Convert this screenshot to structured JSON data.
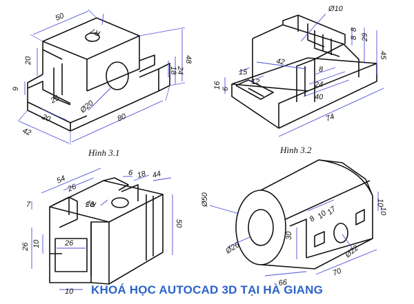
{
  "captions": {
    "fig1": "Hình 3.1",
    "fig2": "Hình 3.2"
  },
  "banner": "KHOÁ HỌC AUTOCAD 3D TẠI HÀ GIANG",
  "figures": {
    "fig1": {
      "dims": [
        "50",
        "R7",
        "48",
        "24",
        "18",
        "20",
        "9",
        "25",
        "20",
        "42",
        "80",
        "Ø20"
      ]
    },
    "fig2": {
      "dims": [
        "Ø10",
        "8",
        "8",
        "29",
        "45",
        "42",
        "15",
        "12",
        "16",
        "6",
        "8",
        "24",
        "40",
        "74"
      ]
    },
    "fig3": {
      "dims": [
        "54",
        "26",
        "6",
        "18",
        "44",
        "7",
        "28",
        "R7",
        "50",
        "26",
        "26",
        "10",
        "10"
      ]
    },
    "fig4": {
      "dims": [
        "Ø50",
        "8",
        "10",
        "17",
        "10",
        "10",
        "Ø26",
        "30",
        "Ø22",
        "66",
        "70"
      ]
    }
  },
  "colors": {
    "dimension": "#4b4bd8",
    "banner": "#2a62c9",
    "outline": "#111111"
  }
}
